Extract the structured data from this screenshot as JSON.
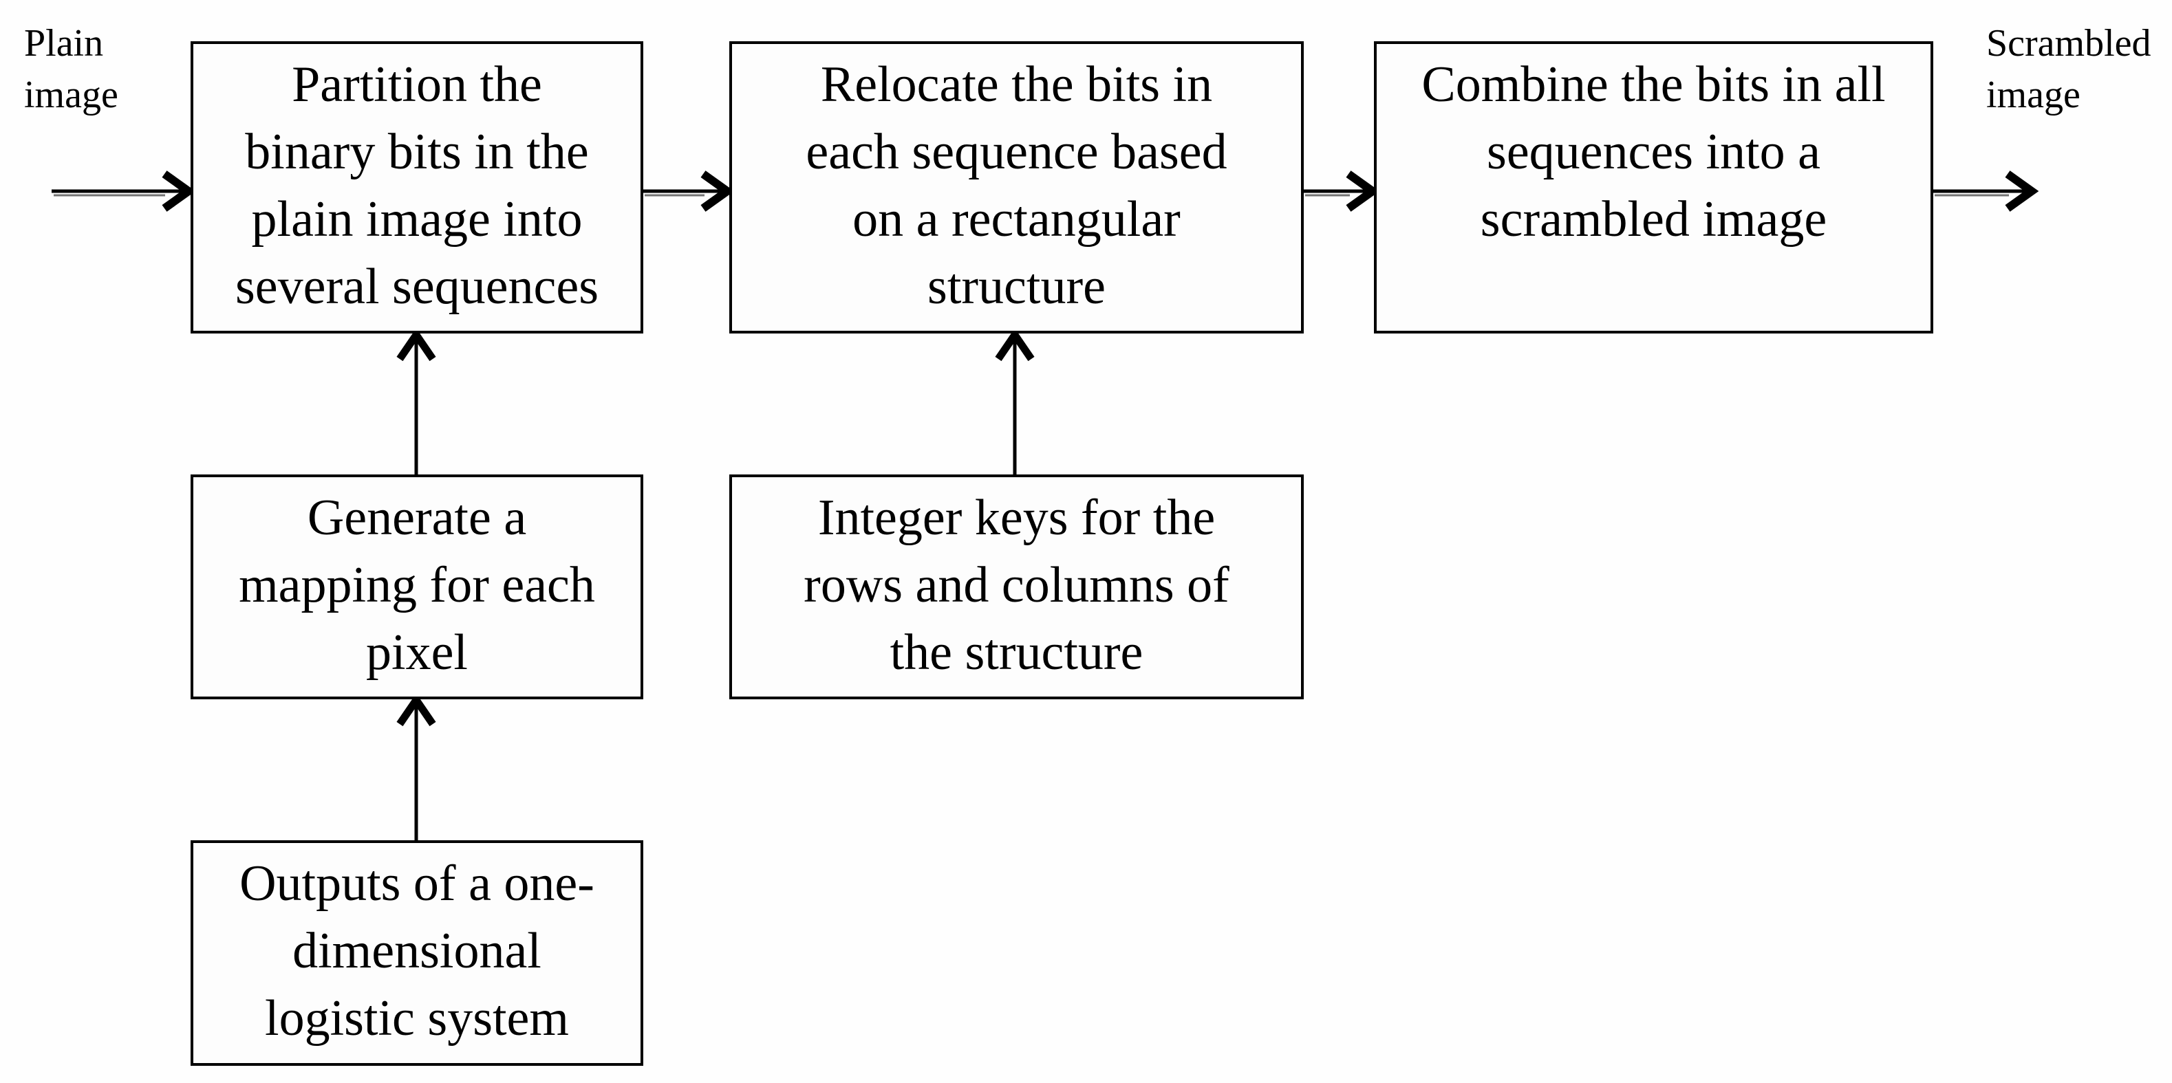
{
  "diagram": {
    "title": "Image scrambling flowchart",
    "colors": {
      "line": "#000000",
      "text": "#000000",
      "background": "#fefefe"
    },
    "input_label": [
      "Plain",
      "image"
    ],
    "output_label": [
      "Scrambled",
      "image"
    ],
    "steps": [
      {
        "id": "partition",
        "lines": [
          "Partition the",
          "binary bits in the",
          "plain image into",
          "several sequences"
        ]
      },
      {
        "id": "relocate",
        "lines": [
          "Relocate the bits in",
          "each sequence based",
          "on a rectangular",
          "structure"
        ]
      },
      {
        "id": "combine",
        "lines": [
          "Combine the bits in all",
          "sequences into a",
          "scrambled image"
        ]
      },
      {
        "id": "generate",
        "lines": [
          "Generate a",
          "mapping for each",
          "pixel"
        ]
      },
      {
        "id": "integer_keys",
        "lines": [
          "Integer keys for the",
          "rows and columns of",
          "the structure"
        ]
      },
      {
        "id": "outputs",
        "lines": [
          "Outputs of a one-",
          "dimensional",
          "logistic system"
        ]
      }
    ]
  }
}
